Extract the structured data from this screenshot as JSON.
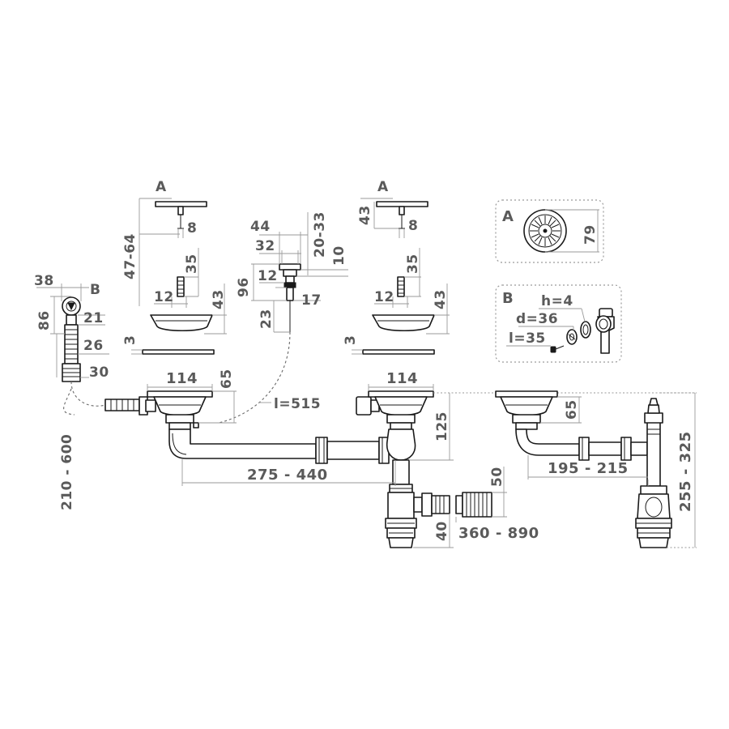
{
  "labels": {
    "a_left": "A",
    "a_left_stem": "8",
    "h_basket_left": "47-64",
    "b_strainer": "B",
    "d38": "38",
    "d86": "86",
    "d21": "21",
    "d26": "26",
    "d30": "30",
    "pin_left_35": "35",
    "pin_left_12": "12",
    "cup_left_43": "43",
    "gasket_left_3": "3",
    "ov_44": "44",
    "ov_32": "32",
    "ov_20_33": "20-33",
    "ov_10": "10",
    "ov_96": "96",
    "ov_12": "12",
    "ov_17": "17",
    "ov_23": "23",
    "cable_len": "l=515",
    "a_right": "A",
    "a_right_43": "43",
    "a_right_8": "8",
    "pin_right_35": "35",
    "pin_right_12": "12",
    "cup_right_43": "43",
    "gasket_right_3": "3",
    "sink_left_114": "114",
    "sink_left_65": "65",
    "sink_right_114": "114",
    "sink_right_125": "125",
    "pipe_275_440": "275 - 440",
    "hose_210_600": "210 - 600",
    "outlet_50": "50",
    "outlet_40": "40",
    "outlet_360_890": "360 - 890",
    "r_65": "65",
    "r_195_215": "195 - 215",
    "r_255_325": "255 - 325",
    "inset_a_letter": "A",
    "inset_a_79": "79",
    "inset_b_letter": "B",
    "inset_b_h": "h=4",
    "inset_b_d": "d=36",
    "inset_b_l": "l=35"
  }
}
